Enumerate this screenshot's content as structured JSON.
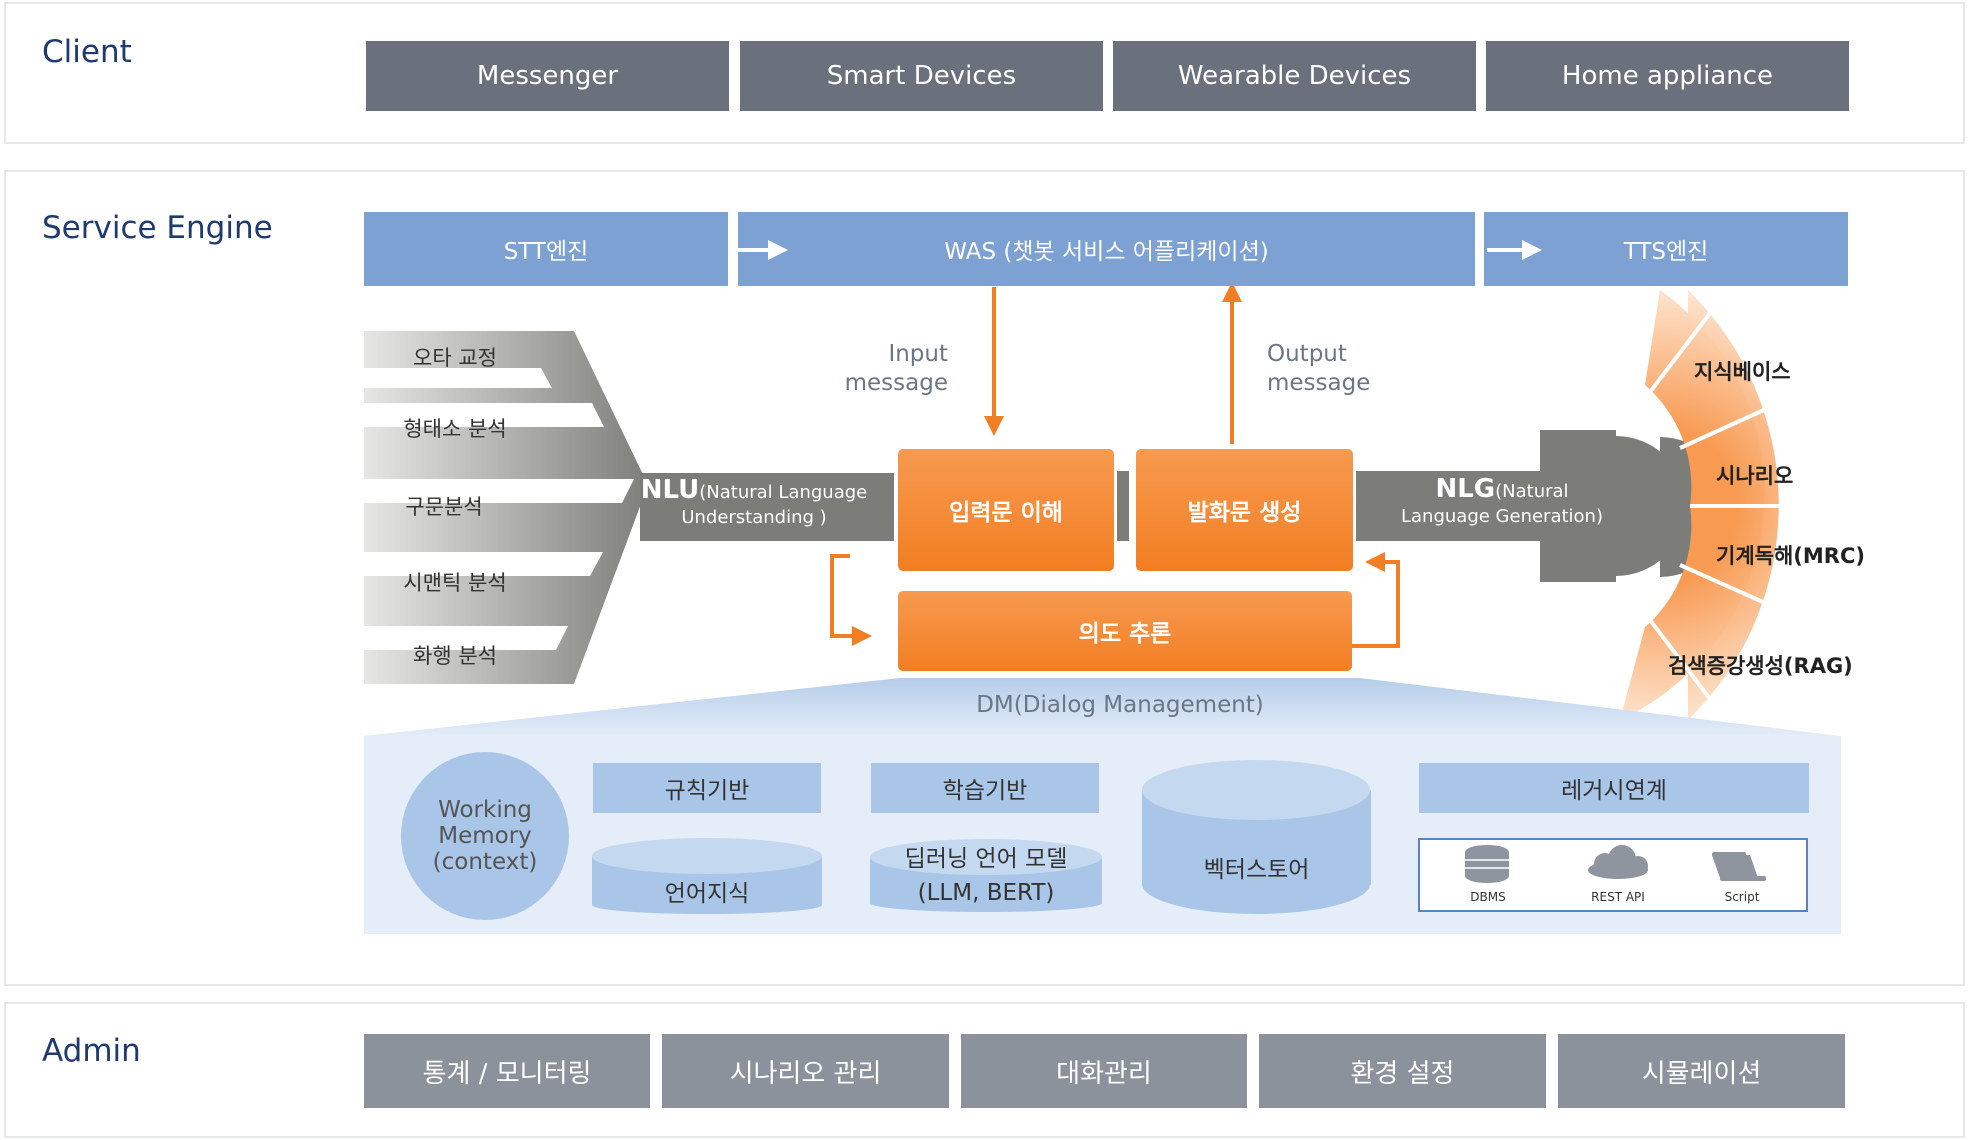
{
  "client": {
    "title": "Client",
    "items": [
      "Messenger",
      "Smart Devices",
      "Wearable Devices",
      "Home appliance"
    ]
  },
  "service_engine": {
    "title": "Service Engine",
    "stt": "STT엔진",
    "was": "WAS (챗봇 서비스 어플리케이션)",
    "tts": "TTS엔진",
    "input_message": [
      "Input",
      "message"
    ],
    "output_message": [
      "Output",
      "message"
    ],
    "nlu_steps": [
      "오타 교정",
      "형태소 분석",
      "구문분석",
      "시맨틱 분석",
      "화행 분석"
    ],
    "nlu_title": "NLU",
    "nlu_sub1": "(Natural Language",
    "nlu_sub2": "Understanding )",
    "nlg_title": "NLG",
    "nlg_sub1": "(Natural",
    "nlg_sub2": "Language Generation)",
    "input_understanding": "입력문 이해",
    "utterance_generation": "발화문 생성",
    "intent_inference": "의도 추론",
    "dm_label": "DM(Dialog Management)",
    "knowledge": [
      "지식베이스",
      "시나리오",
      "기계독해(MRC)",
      "검색증강생성(RAG)"
    ],
    "working_memory": [
      "Working",
      "Memory",
      "(context)"
    ],
    "rule_based": "규칙기반",
    "language_knowledge": "언어지식",
    "learning_based": "학습기반",
    "dl_model": [
      "딥러닝 언어 모델",
      "(LLM, BERT)"
    ],
    "vector_store": "벡터스토어",
    "legacy": "레거시연계",
    "legacy_icons": [
      "DBMS",
      "REST API",
      "Script"
    ]
  },
  "admin": {
    "title": "Admin",
    "items": [
      "통계 / 모니터링",
      "시나리오 관리",
      "대화관리",
      "환경 설정",
      "시뮬레이션"
    ]
  },
  "colors": {
    "title": "#1f3a6e",
    "client_box": "#6b717c",
    "admin_box": "#8c929c",
    "blue_bar": "#7ea1d3",
    "orange": "#f27e23",
    "gray_arrow": "#7c7c79",
    "dm_light": "#e4edf8",
    "dm_box": "#a9c6e8"
  }
}
